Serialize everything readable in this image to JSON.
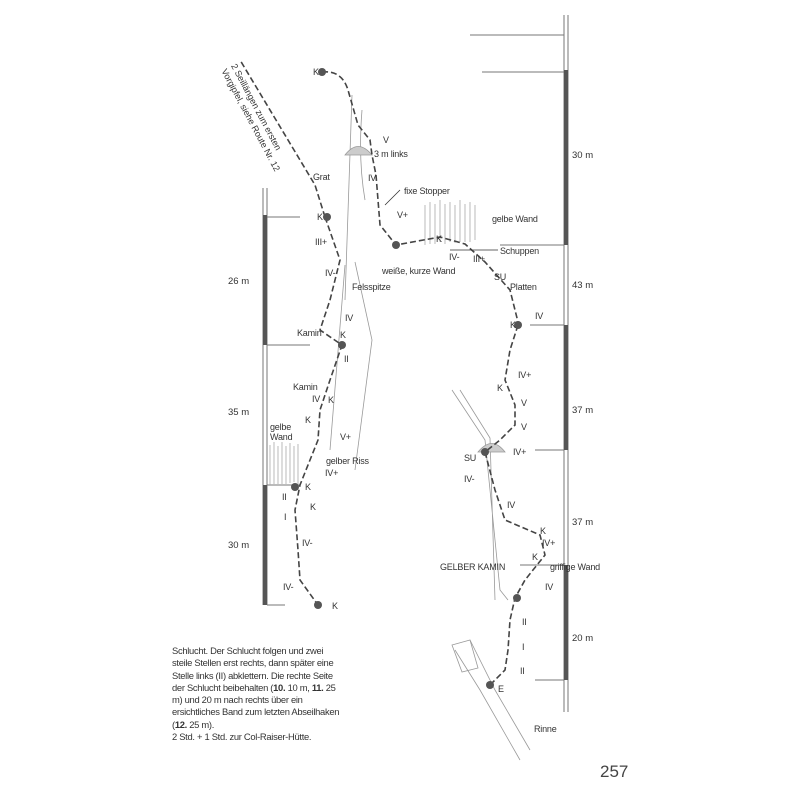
{
  "labels": {
    "k": "K",
    "e": "E",
    "su": "SU",
    "g3": "III+",
    "g4m": "IV-",
    "g4": "IV",
    "g4p": "IV+",
    "g5": "V",
    "g5p": "V+",
    "g2": "II",
    "g1": "I",
    "links": "3 m links",
    "stopper": "fixe Stopper",
    "gelbe_wand": "gelbe Wand",
    "schuppen": "Schuppen",
    "weisse": "weiße, kurze Wand",
    "platten": "Platten",
    "grat": "Grat",
    "felsspitze": "Felsspitze",
    "kamin": "Kamin",
    "gelbe_wand2": "gelbe Wand",
    "gelber_riss": "gelber Riss",
    "gelber_kamin": "GELBER KAMIN",
    "griffige": "griffige Wand",
    "rinne": "Rinne",
    "seil1": "2 Seillängen zum ersten",
    "seil2": "Vorgipfel, siehe Route Nr. 12"
  },
  "scale_left": [
    "26 m",
    "35 m",
    "30 m"
  ],
  "scale_right": [
    "30 m",
    "43 m",
    "37 m",
    "37 m",
    "20 m"
  ],
  "description": {
    "l1": "Schlucht. Der Schlucht folgen und zwei steile Stellen erst rechts, dann später eine Stelle links (II) abklettern. Die rechte Seite der Schlucht beibehalten (",
    "b1": "10.",
    "t1": " 10 m, ",
    "b2": "11.",
    "t2": " 25 m) und 20 m nach rechts über ein ersichtliches Band zum letzten Abseilhaken (",
    "b3": "12.",
    "t3": " 25 m).",
    "l2": "2 Std. + 1 Std. zur Col-Raiser-Hütte."
  },
  "page_number": "257"
}
